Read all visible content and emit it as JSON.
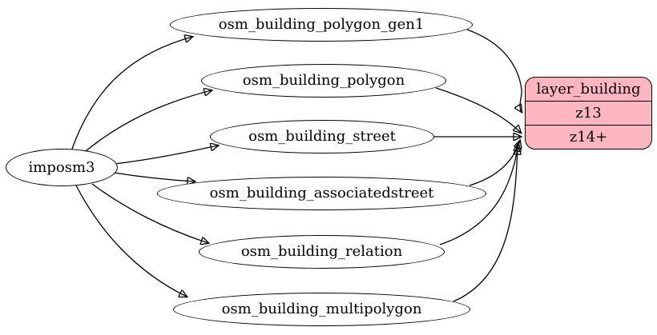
{
  "diagram": {
    "background_color": "#ffffff",
    "edge_color": "#000000",
    "nodes": {
      "source": {
        "label": "imposm3",
        "fill": "#ffffff",
        "border": "#000000"
      },
      "tables": [
        {
          "label": "osm_building_polygon_gen1"
        },
        {
          "label": "osm_building_polygon"
        },
        {
          "label": "osm_building_street"
        },
        {
          "label": "osm_building_associatedstreet"
        },
        {
          "label": "osm_building_relation"
        },
        {
          "label": "osm_building_multipolygon"
        }
      ],
      "layer": {
        "title": "layer_building",
        "rows": [
          "z13",
          "z14+"
        ],
        "fill": "#ffb6c1",
        "border": "#000000"
      }
    }
  }
}
